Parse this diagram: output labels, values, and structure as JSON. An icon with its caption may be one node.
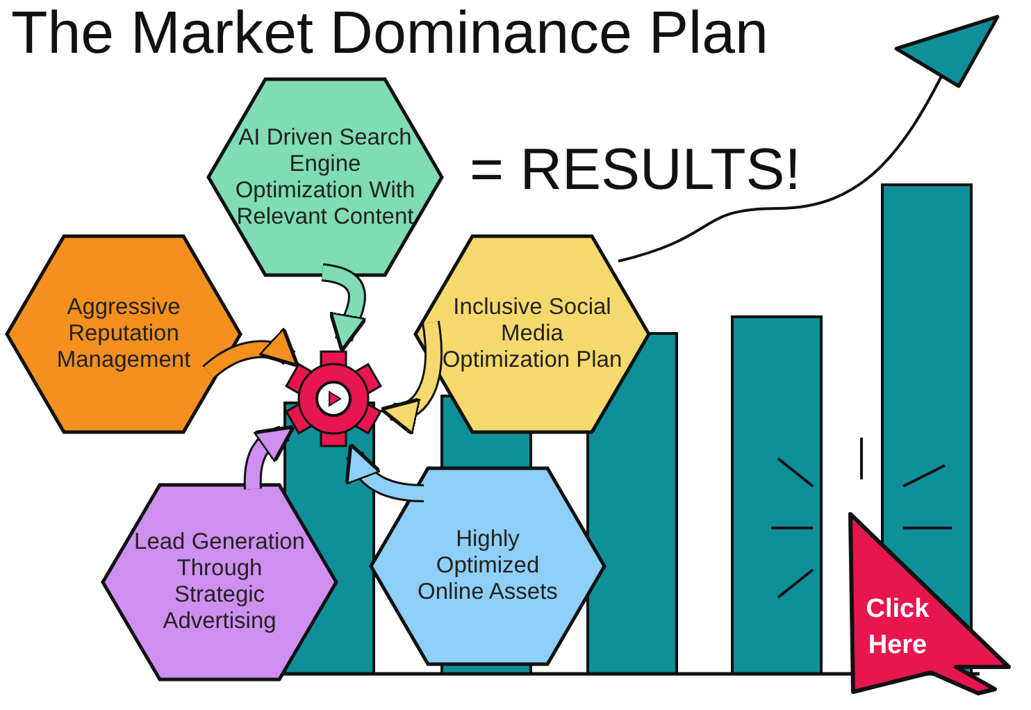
{
  "diagram": {
    "title": "The Market Dominance Plan",
    "nodes": [
      {
        "text": [
          "AI Driven Search Engine Optimization With Relevant Content"
        ]
      },
      {
        "text": [
          "Aggressive Reputation Management"
        ]
      },
      {
        "text": [
          "Inclusive Social Media Optimization Plan"
        ]
      },
      {
        "text": [
          "Lead Generation Through Strategic Advertising"
        ]
      },
      {
        "text": [
          "Highly Optimized Online Assets"
        ]
      },
      {
        "text": [],
        "shape": "gear"
      },
      {
        "text": [
          "Click Here"
        ]
      }
    ],
    "edges": [
      {
        "from": 0,
        "to": 5,
        "arrow": "to",
        "color": "#7fdcb5"
      },
      {
        "from": 1,
        "to": 5,
        "arrow": "to",
        "color": "#f5901e"
      },
      {
        "from": 2,
        "to": 5,
        "arrow": "to",
        "color": "#f6d96c"
      },
      {
        "from": 3,
        "to": 5,
        "arrow": "to",
        "color": "#cf8ff0"
      },
      {
        "from": 4,
        "to": 5,
        "arrow": "to",
        "color": "#8ecff8"
      }
    ],
    "labels": [
      "= RESULTS!"
    ]
  }
}
